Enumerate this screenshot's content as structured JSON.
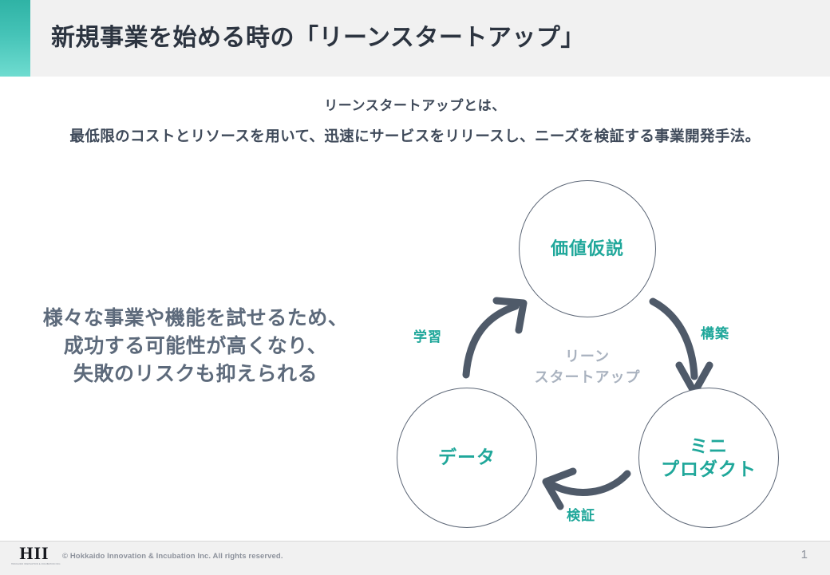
{
  "header": {
    "title": "新規事業を始める時の「リーンスタートアップ」",
    "accent_color_top": "#2fb3a5",
    "accent_color_bottom": "#6fdcd0",
    "background": "#f1f1f1",
    "title_color": "#2c3440"
  },
  "subtitle": {
    "line1": "リーンスタートアップとは、",
    "line2": "最低限のコストとリソースを用いて、迅速にサービスをリリースし、ニーズを検証する事業開発手法。",
    "color": "#3f4a5a"
  },
  "left_message": {
    "line1": "様々な事業や機能を試せるため、",
    "line2": "成功する可能性が高くなり、",
    "line3": "失敗のリスクも抑えられる",
    "color": "#5d6a7b"
  },
  "diagram": {
    "center_label_line1": "リーン",
    "center_label_line2": "スタートアップ",
    "center_label_color": "#a9b2bf",
    "node_text_color": "#1fa79a",
    "node_border_color": "#5c6676",
    "arrow_color": "#4f5a69",
    "nodes": [
      {
        "id": "value-hypothesis",
        "label": "価値仮説",
        "position": "top"
      },
      {
        "id": "mini-product",
        "label_line1": "ミニ",
        "label_line2": "プロダクト",
        "position": "bottom-right"
      },
      {
        "id": "data",
        "label": "データ",
        "position": "bottom-left"
      }
    ],
    "arrows": [
      {
        "id": "build",
        "label": "構築",
        "from": "value-hypothesis",
        "to": "mini-product"
      },
      {
        "id": "verify",
        "label": "検証",
        "from": "mini-product",
        "to": "data"
      },
      {
        "id": "learn",
        "label": "学習",
        "from": "data",
        "to": "value-hypothesis"
      }
    ]
  },
  "footer": {
    "logo_mark": "HII",
    "logo_sub": "HOKKAIDO INNOVATION & INCUBATION INC.",
    "copyright": "© Hokkaido Innovation & Incubation Inc.  All rights reserved.",
    "page_number": "1",
    "text_color": "#8d929c",
    "background": "#f1f1f1"
  }
}
